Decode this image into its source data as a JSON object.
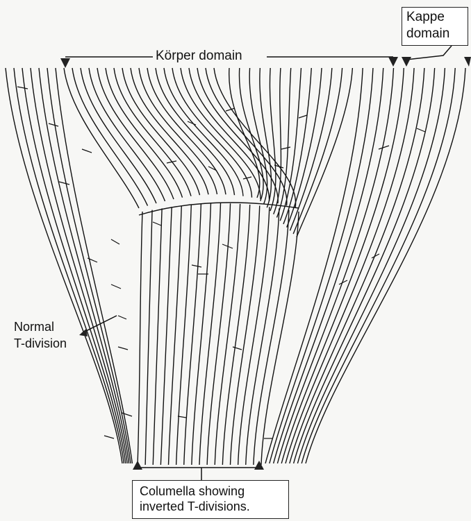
{
  "labels": {
    "korper": "Körper domain",
    "kappe_line1": "Kappe",
    "kappe_line2": "domain",
    "normal_line1": "Normal",
    "normal_line2": "T-division",
    "columella_line1": "Columella showing",
    "columella_line2": "inverted T-divisions."
  },
  "colors": {
    "ink": "#111111",
    "background": "#f7f7f5",
    "marker": "#222222"
  }
}
